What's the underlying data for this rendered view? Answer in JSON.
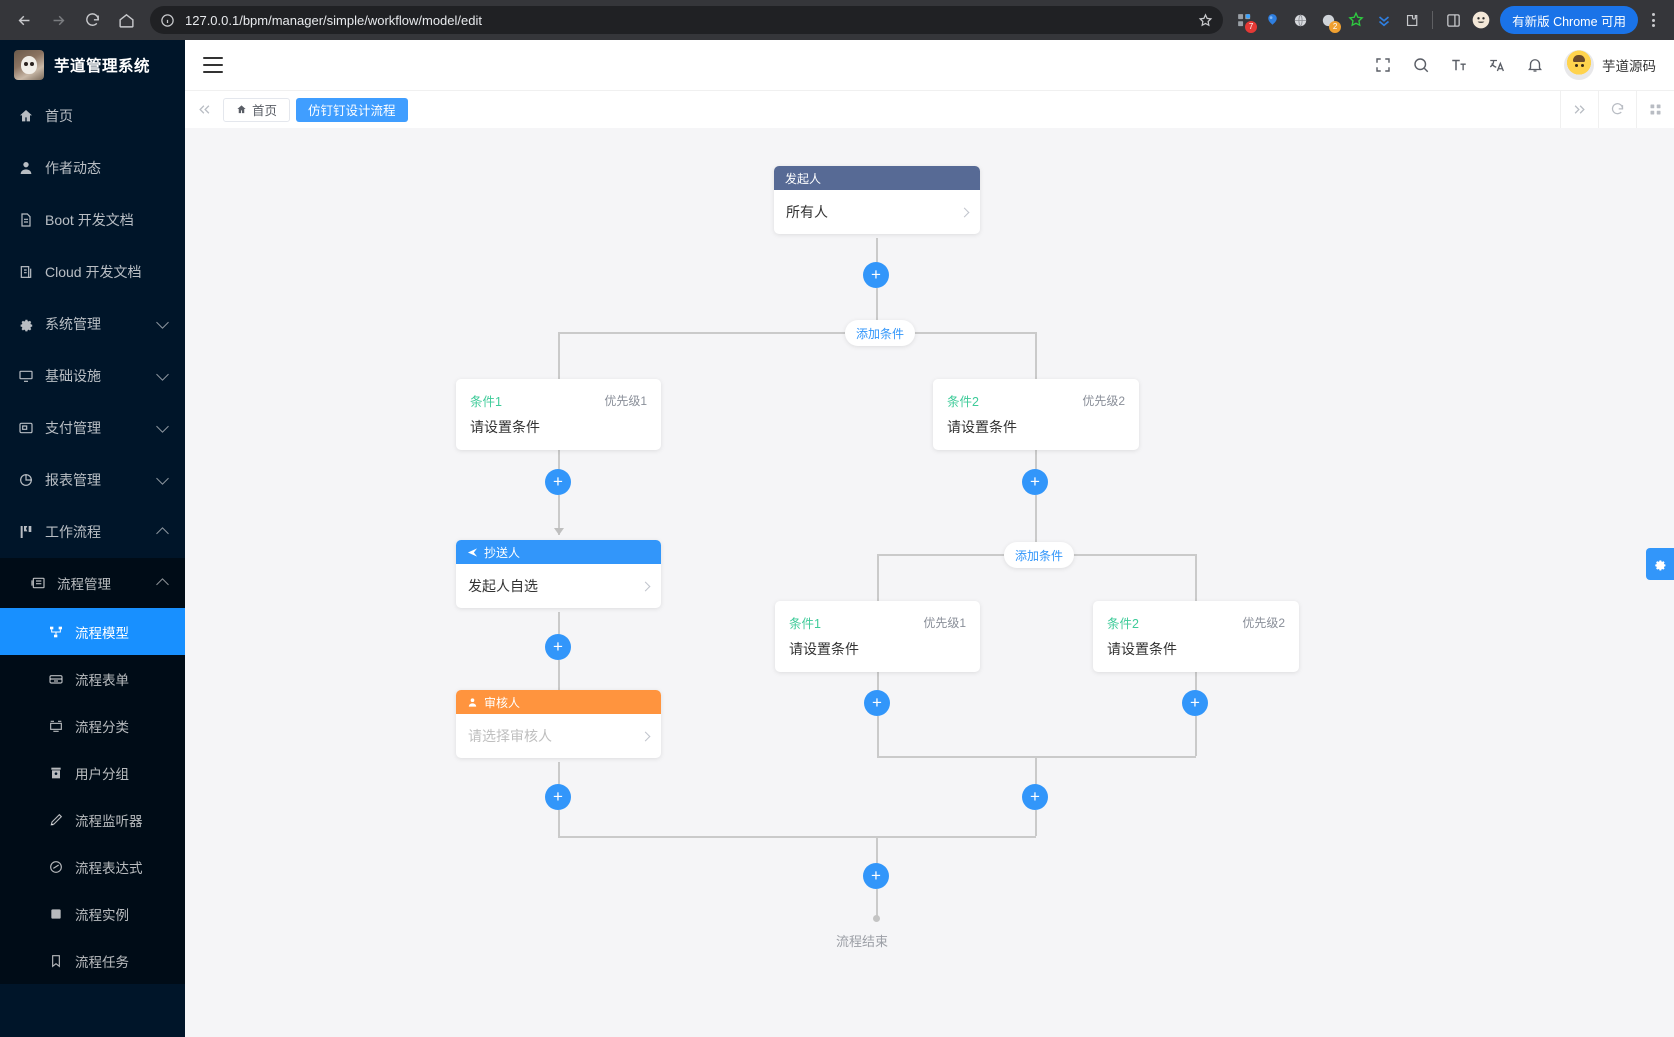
{
  "browser": {
    "url": "127.0.0.1/bpm/manager/simple/workflow/model/edit",
    "back_icon": "back-arrow-icon",
    "forward_icon": "forward-arrow-icon",
    "reload_icon": "reload-icon",
    "home_icon": "home-icon",
    "info_icon": "site-info-icon",
    "bookmark_icon": "star-icon",
    "extensions": [
      {
        "name": "extension-grid-icon",
        "badge": "7",
        "badge_color": "#e53935"
      },
      {
        "name": "extension-balloon-icon",
        "badge": "",
        "badge_color": ""
      },
      {
        "name": "extension-globe-icon",
        "badge": "",
        "badge_color": ""
      },
      {
        "name": "extension-moon-icon",
        "badge": "2",
        "badge_color": "#f0a030"
      },
      {
        "name": "extension-star-outline-icon",
        "badge": "",
        "badge_color": ""
      },
      {
        "name": "extension-chevrons-down-icon",
        "badge": "",
        "badge_color": ""
      },
      {
        "name": "extension-puzzle-icon",
        "badge": "",
        "badge_color": ""
      }
    ],
    "sidepanel_icon": "side-panel-icon",
    "profile_icon": "profile-avatar-icon",
    "update_button": "有新版 Chrome 可用",
    "menu_icon": "chrome-menu-icon"
  },
  "sidebar": {
    "logo_label": "芋道管理系统",
    "logo_icon": "rabbit-avatar-icon",
    "items": [
      {
        "label": "首页",
        "icon": "home-icon",
        "level": 1,
        "expandable": false,
        "active": false
      },
      {
        "label": "作者动态",
        "icon": "user-icon",
        "level": 1,
        "expandable": false,
        "active": false
      },
      {
        "label": "Boot 开发文档",
        "icon": "document-icon",
        "level": 1,
        "expandable": false,
        "active": false
      },
      {
        "label": "Cloud 开发文档",
        "icon": "copy-document-icon",
        "level": 1,
        "expandable": false,
        "active": false
      },
      {
        "label": "系统管理",
        "icon": "gear-icon",
        "level": 1,
        "expandable": true,
        "expanded": false,
        "active": false
      },
      {
        "label": "基础设施",
        "icon": "monitor-icon",
        "level": 1,
        "expandable": true,
        "expanded": false,
        "active": false
      },
      {
        "label": "支付管理",
        "icon": "payment-icon",
        "level": 1,
        "expandable": true,
        "expanded": false,
        "active": false
      },
      {
        "label": "报表管理",
        "icon": "pie-chart-icon",
        "level": 1,
        "expandable": true,
        "expanded": false,
        "active": false
      },
      {
        "label": "工作流程",
        "icon": "flag-icon",
        "level": 1,
        "expandable": true,
        "expanded": true,
        "active": false
      },
      {
        "label": "流程管理",
        "icon": "list-icon",
        "level": 2,
        "expandable": true,
        "expanded": true,
        "active": false
      },
      {
        "label": "流程模型",
        "icon": "sitemap-icon",
        "level": 3,
        "expandable": false,
        "active": true
      },
      {
        "label": "流程表单",
        "icon": "form-icon",
        "level": 3,
        "expandable": false,
        "active": false
      },
      {
        "label": "流程分类",
        "icon": "category-icon",
        "level": 3,
        "expandable": false,
        "active": false
      },
      {
        "label": "用户分组",
        "icon": "group-icon",
        "level": 3,
        "expandable": false,
        "active": false
      },
      {
        "label": "流程监听器",
        "icon": "listener-icon",
        "level": 3,
        "expandable": false,
        "active": false
      },
      {
        "label": "流程表达式",
        "icon": "expression-icon",
        "level": 3,
        "expandable": false,
        "active": false
      },
      {
        "label": "流程实例",
        "icon": "instance-icon",
        "level": 3,
        "expandable": false,
        "active": false
      },
      {
        "label": "流程任务",
        "icon": "task-icon",
        "level": 3,
        "expandable": false,
        "active": false
      }
    ]
  },
  "topbar": {
    "hamburger_icon": "hamburger-menu-icon",
    "actions": [
      {
        "name": "fullscreen-icon"
      },
      {
        "name": "search-icon"
      },
      {
        "name": "font-size-icon"
      },
      {
        "name": "translate-icon"
      },
      {
        "name": "bell-icon"
      }
    ],
    "user_name": "芋道源码",
    "user_avatar_icon": "pikachu-avatar-icon"
  },
  "tabbar": {
    "prev_icon": "double-chevron-left-icon",
    "next_icon": "double-chevron-right-icon",
    "refresh_icon": "refresh-icon",
    "grid_icon": "grid-layout-icon",
    "tabs": [
      {
        "label": "首页",
        "icon": "home-icon",
        "active": false
      },
      {
        "label": "仿钉钉设计流程",
        "icon": "",
        "active": true
      }
    ]
  },
  "flow": {
    "start_node": {
      "header": "发起人",
      "header_color": "#576a95",
      "body": "所有人",
      "caret_icon": "chevron-right-icon"
    },
    "branch1_label": "添加条件",
    "branch2_label": "添加条件",
    "conditions_level1": [
      {
        "name": "条件1",
        "priority": "优先级1",
        "body": "请设置条件"
      },
      {
        "name": "条件2",
        "priority": "优先级2",
        "body": "请设置条件"
      }
    ],
    "conditions_level2": [
      {
        "name": "条件1",
        "priority": "优先级1",
        "body": "请设置条件"
      },
      {
        "name": "条件2",
        "priority": "优先级2",
        "body": "请设置条件"
      }
    ],
    "cc_node": {
      "header": "抄送人",
      "header_color": "#3296fa",
      "header_icon": "send-icon",
      "body": "发起人自选",
      "caret_icon": "chevron-right-icon"
    },
    "approver_node": {
      "header": "审核人",
      "header_color": "#ff943e",
      "header_icon": "user-icon",
      "body": "请选择审核人",
      "body_is_placeholder": true,
      "caret_icon": "chevron-right-icon"
    },
    "end_label": "流程结束",
    "add_button_label": "+",
    "add_button_color": "#3296fa",
    "condition_name_color": "#3ecb99"
  },
  "float_panel": {
    "icon": "gear-icon",
    "color": "#3296fa"
  }
}
